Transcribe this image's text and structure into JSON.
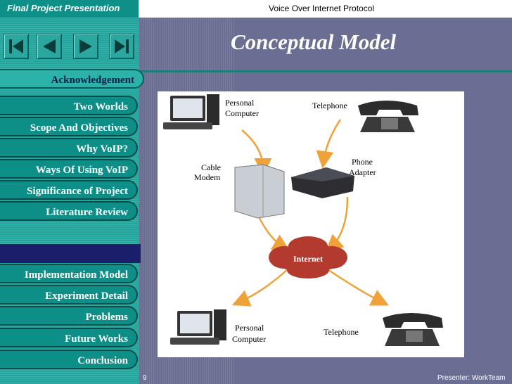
{
  "header": {
    "left_title": "Final Project Presentation",
    "center_title": "Voice Over Internet Protocol"
  },
  "slide": {
    "title": "Conceptual Model",
    "page_number": "9",
    "presenter": "Presenter: WorkTeam"
  },
  "nav_buttons": [
    {
      "name": "first-slide"
    },
    {
      "name": "previous-slide"
    },
    {
      "name": "next-slide"
    },
    {
      "name": "last-slide"
    }
  ],
  "menu": {
    "items": [
      {
        "label": "Acknowledgement",
        "active": true
      },
      {
        "label": "Two Worlds"
      },
      {
        "label": "Scope And Objectives"
      },
      {
        "label": "Why VoIP?"
      },
      {
        "label": "Ways Of Using VoIP"
      },
      {
        "label": "Significance of  Project"
      },
      {
        "label": "Literature Review"
      },
      {
        "label": "Implementation Model"
      },
      {
        "label": "Experiment Detail"
      },
      {
        "label": "Problems"
      },
      {
        "label": "Future Works"
      },
      {
        "label": "Conclusion"
      }
    ]
  },
  "diagram": {
    "pc_top": [
      "Personal",
      "Computer"
    ],
    "telephone_top": "Telephone",
    "cable_modem": [
      "Cable",
      "Modem"
    ],
    "phone_adapter": [
      "Phone",
      "Adapter"
    ],
    "internet": "Internet",
    "pc_bottom": [
      "Personal",
      "Computer"
    ],
    "telephone_bottom": "Telephone"
  },
  "colors": {
    "teal_panel": "#21a59d",
    "teal_dark": "#0d8e87",
    "slide_bg": "#6a6e92",
    "internet_cloud": "#b23a2e",
    "arrow": "#f0a23a"
  }
}
